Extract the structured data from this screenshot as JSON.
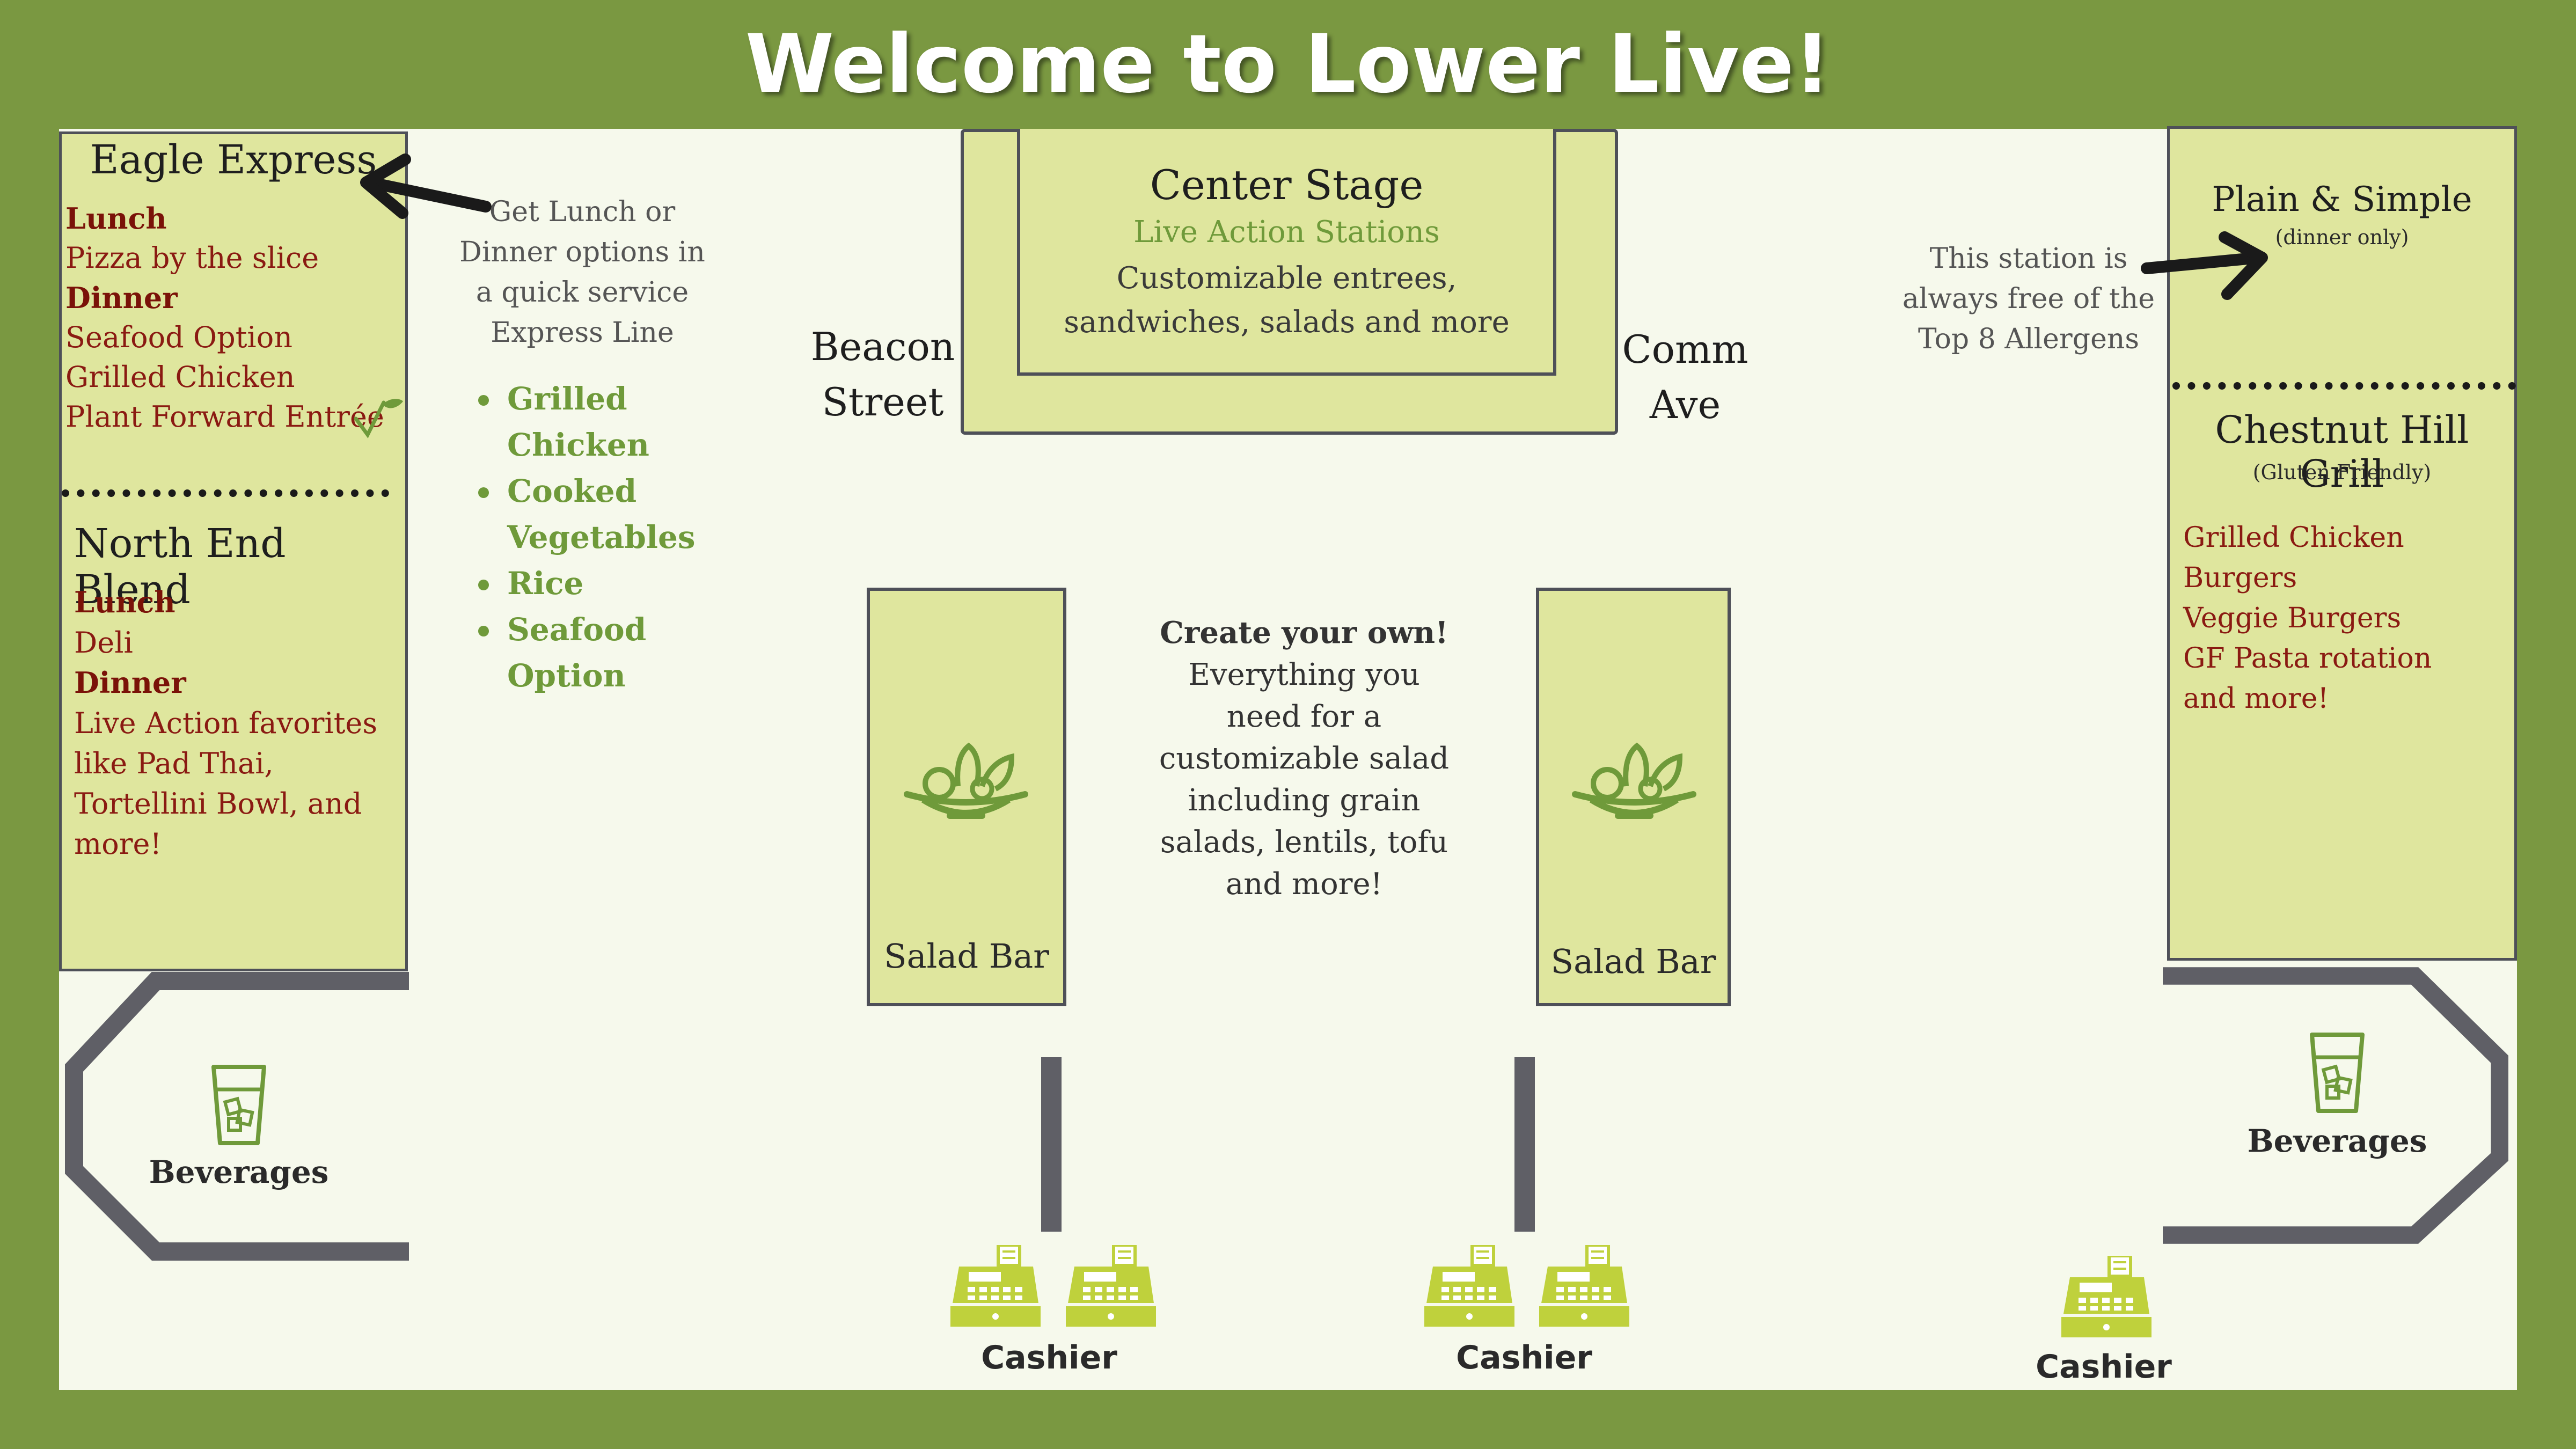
{
  "page": {
    "title": "Welcome to Lower Live!"
  },
  "eagle_express": {
    "name": "Eagle Express",
    "items": [
      {
        "text": "Lunch",
        "heading": true
      },
      {
        "text": "Pizza by the slice"
      },
      {
        "text": "Dinner",
        "heading": true
      },
      {
        "text": "Seafood Option"
      },
      {
        "text": "Grilled Chicken"
      },
      {
        "text": "Plant Forward Entrée"
      }
    ]
  },
  "express_note": "Get Lunch or Dinner options in a quick service Express Line",
  "express_list": [
    "Grilled Chicken",
    "Cooked Vegetables",
    "Rice",
    "Seafood Option"
  ],
  "north_end": {
    "name": "North End Blend",
    "items": [
      {
        "text": "Lunch",
        "heading": true
      },
      {
        "text": "Deli"
      },
      {
        "text": "Dinner",
        "heading": true
      },
      {
        "text": "Live Action favorites like Pad Thai, Tortellini Bowl, and more!"
      }
    ]
  },
  "center_stage": {
    "name": "Center Stage",
    "line1": "Live Action Stations",
    "line2": "Customizable entrees, sandwiches, salads and more"
  },
  "streets": {
    "left": "Beacon Street",
    "right": "Comm Ave"
  },
  "salad_bar": {
    "label": "Salad Bar"
  },
  "salad_note": {
    "lead": "Create your own!",
    "body": "Everything you need for a customizable salad including grain salads, lentils, tofu and more!"
  },
  "allergen_note": "This station is always free of the Top 8 Allergens",
  "plain_simple": {
    "name": "Plain & Simple",
    "note": "(dinner only)"
  },
  "chestnut": {
    "name": "Chestnut Hill Grill",
    "note": "(Gluten Friendly)",
    "items": [
      "Grilled Chicken",
      "Burgers",
      "Veggie Burgers",
      "GF Pasta rotation",
      "and more!"
    ]
  },
  "beverages": {
    "label": "Beverages"
  },
  "cashier": {
    "label": "Cashier"
  },
  "colors": {
    "border_green": "#7a9841",
    "floor": "#f6f9ec",
    "station_fill": "#dfe69e",
    "outline": "#4e5058",
    "menu_red": "#8a1a12",
    "accent_green": "#6f9a3a",
    "register_green": "#bfd13c"
  },
  "icons": [
    "arrow-icon",
    "leaf-check-icon",
    "salad-bowl-icon",
    "beverage-cup-icon",
    "cash-register-icon"
  ]
}
